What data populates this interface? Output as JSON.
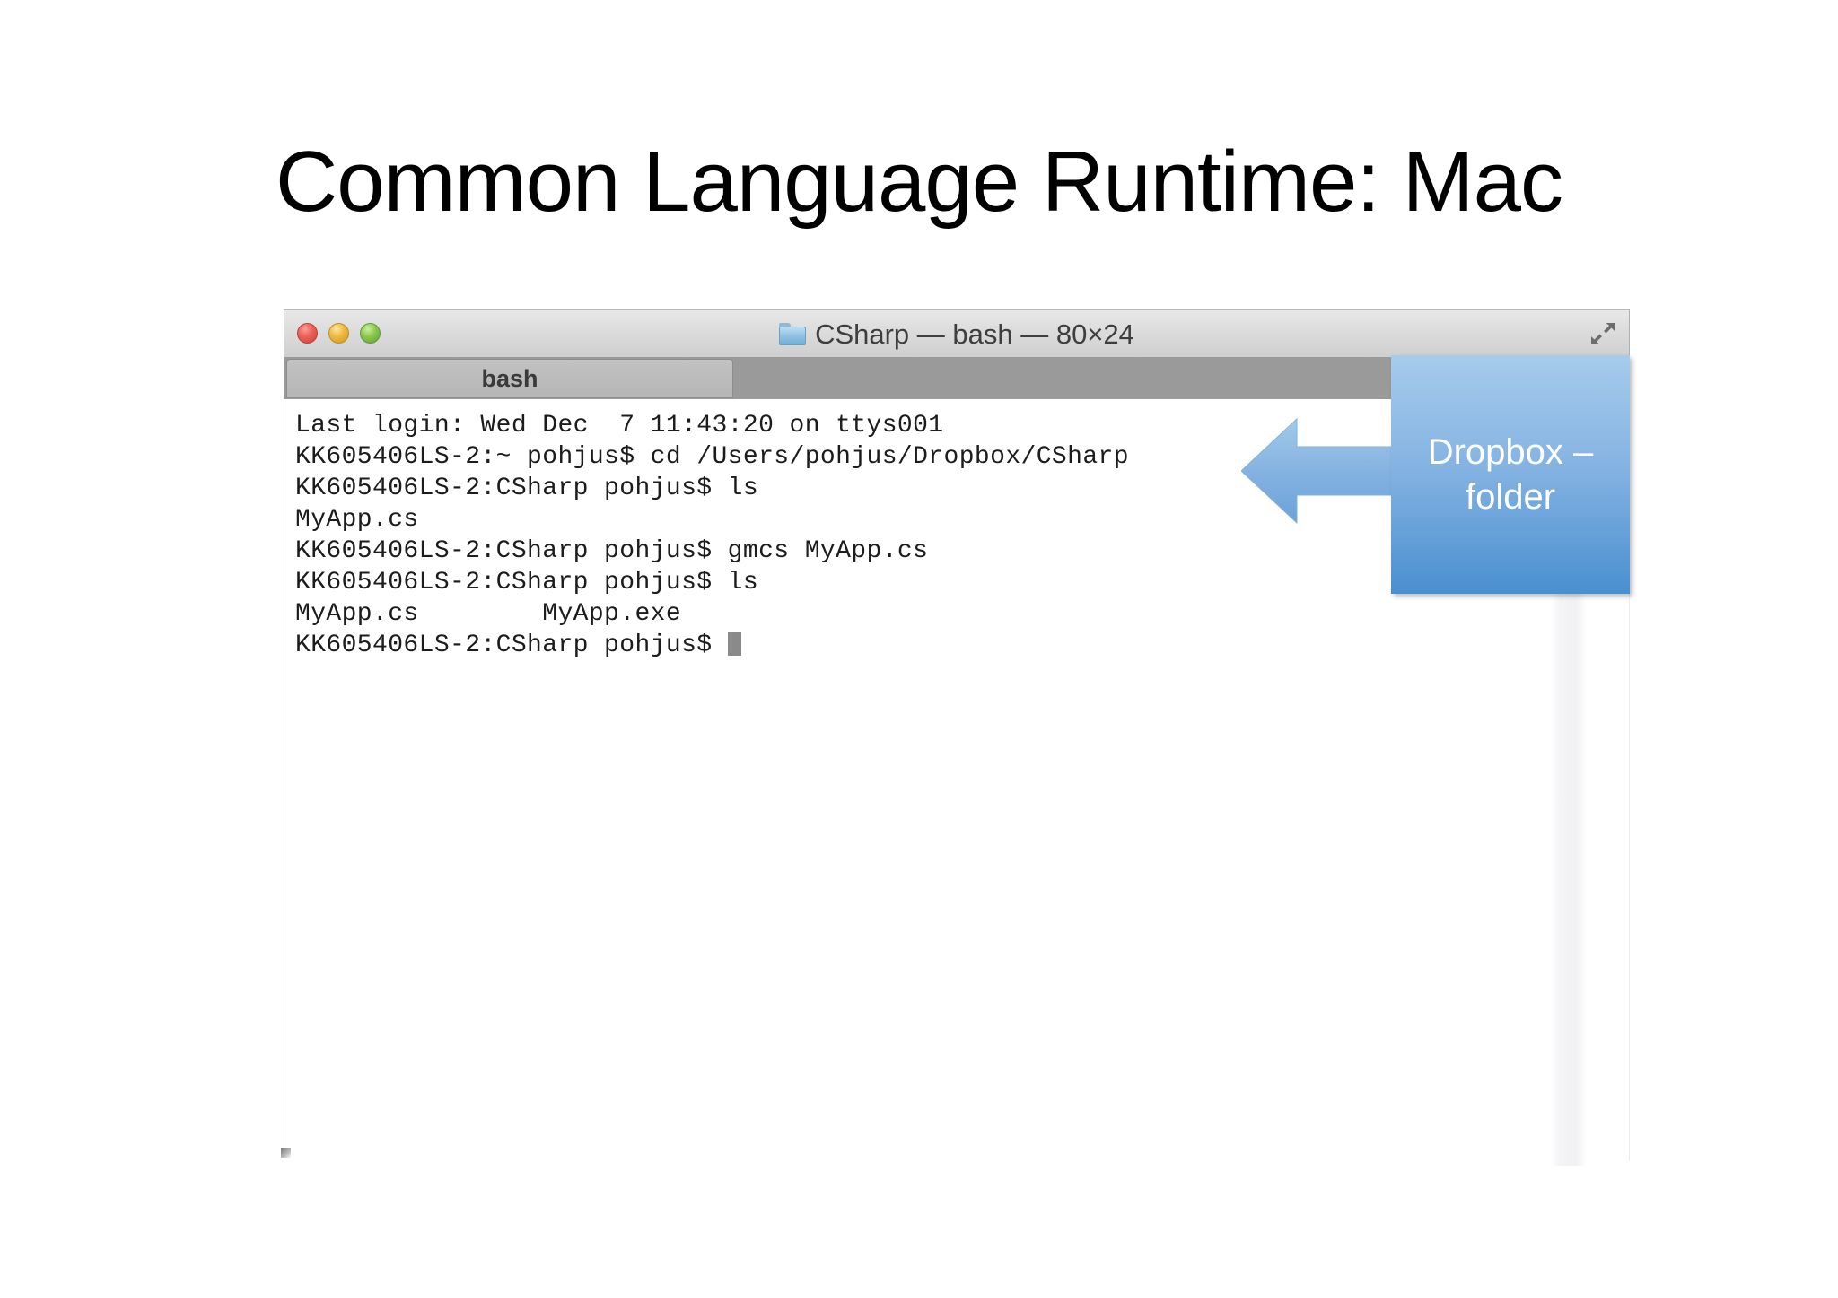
{
  "slide": {
    "title": "Common Language Runtime: Mac"
  },
  "terminal": {
    "window_title": "CSharp — bash — 80×24",
    "folder_icon": "folder-icon",
    "fullscreen_icon": "fullscreen-icon",
    "traffic_lights": {
      "close": "#ec6059",
      "minimize": "#eeb73c",
      "maximize": "#88c64e"
    },
    "tabs": [
      {
        "label": "bash",
        "active": true
      }
    ],
    "lines": [
      "Last login: Wed Dec  7 11:43:20 on ttys001",
      "KK605406LS-2:~ pohjus$ cd /Users/pohjus/Dropbox/CSharp",
      "KK605406LS-2:CSharp pohjus$ ls",
      "MyApp.cs",
      "KK605406LS-2:CSharp pohjus$ gmcs MyApp.cs",
      "KK605406LS-2:CSharp pohjus$ ls",
      "MyApp.cs        MyApp.exe",
      "KK605406LS-2:CSharp pohjus$ "
    ]
  },
  "callout": {
    "text": "Dropbox – folder",
    "line1": "Dropbox –",
    "line2": "folder",
    "arrow_direction": "left",
    "fill_top": "#a6cbec",
    "fill_bottom": "#4a8fd0",
    "text_color": "#ffffff"
  }
}
